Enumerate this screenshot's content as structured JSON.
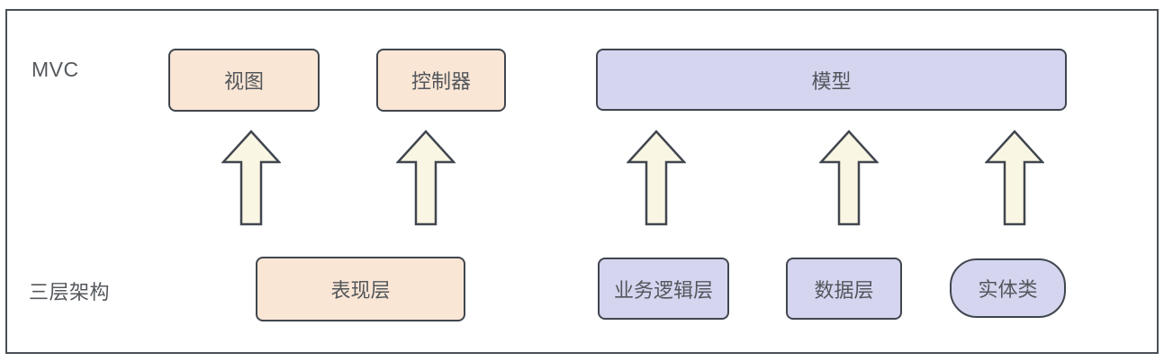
{
  "diagram": {
    "rows": {
      "mvc": {
        "label": "MVC"
      },
      "three_tier": {
        "label": "三层架构"
      }
    },
    "nodes": {
      "view": {
        "label": "视图",
        "row": "mvc",
        "fill": "#fae6d5",
        "shape": "rectangle"
      },
      "controller": {
        "label": "控制器",
        "row": "mvc",
        "fill": "#fae6d5",
        "shape": "rectangle"
      },
      "model": {
        "label": "模型",
        "row": "mvc",
        "fill": "#d6d5f0",
        "shape": "rectangle"
      },
      "presentation": {
        "label": "表现层",
        "row": "three_tier",
        "fill": "#fae6d5",
        "shape": "rectangle"
      },
      "business": {
        "label": "业务逻辑层",
        "row": "three_tier",
        "fill": "#d6d5f0",
        "shape": "rectangle"
      },
      "data_layer": {
        "label": "数据层",
        "row": "three_tier",
        "fill": "#d6d5f0",
        "shape": "rectangle"
      },
      "entity": {
        "label": "实体类",
        "row": "three_tier",
        "fill": "#d6d5f0",
        "shape": "rounded"
      }
    },
    "arrows": {
      "count": 5,
      "direction": "up",
      "fill": "#faf6e4",
      "connections": [
        {
          "from": "presentation",
          "to": "view"
        },
        {
          "from": "presentation",
          "to": "controller"
        },
        {
          "from": "business",
          "to": "model"
        },
        {
          "from": "data_layer",
          "to": "model"
        },
        {
          "from": "entity",
          "to": "model"
        }
      ]
    },
    "colors": {
      "peach": "#fae6d5",
      "lavender": "#d6d5f0",
      "arrow_cream": "#faf6e4",
      "border": "#40464e",
      "frame_border": "#4a4f57",
      "text": "#53575c",
      "background": "#ffffff"
    }
  }
}
